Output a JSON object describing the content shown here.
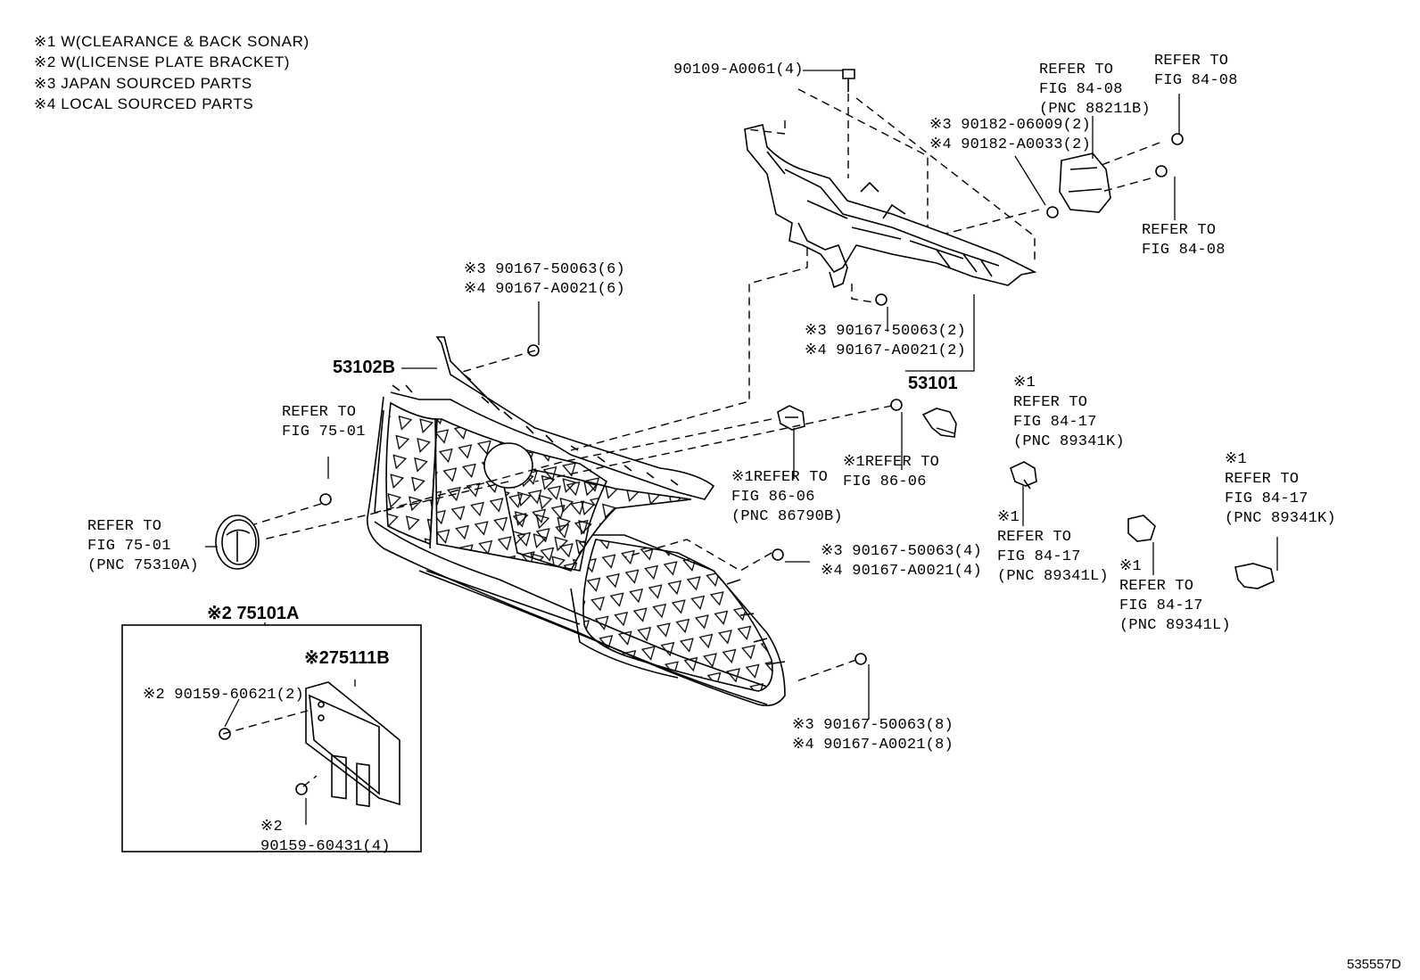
{
  "notes": [
    "※1 W(CLEARANCE & BACK SONAR)",
    "※2 W(LICENSE PLATE BRACKET)",
    "※3 JAPAN SOURCED PARTS",
    "※4 LOCAL SOURCED PARTS"
  ],
  "parts": {
    "p_90109": "90109-A0061(4)",
    "ref_8408a": "REFER TO\nFIG 84-08\n(PNC 88211B)",
    "ref_8408b": "REFER TO\nFIG 84-08",
    "ref_8408c": "REFER TO\nFIG 84-08",
    "p_90182": "※3 90182-06009(2)\n※4 90182-A0033(2)",
    "p_90167_6": "※3 90167-50063(6)\n※4 90167-A0021(6)",
    "p_53102B": "53102B",
    "p_90167_2": "※3 90167-50063(2)\n※4 90167-A0021(2)",
    "p_53101": "53101",
    "ref_8417a": "※1\nREFER TO\nFIG 84-17\n(PNC 89341K)",
    "ref_7501a": "REFER TO\nFIG 75-01",
    "ref_8606a": "※1REFER TO\nFIG 86-06\n(PNC 86790B)",
    "ref_8606b": "※1REFER TO\nFIG 86-06",
    "ref_8417b": "※1\nREFER TO\nFIG 84-17\n(PNC 89341K)",
    "ref_7501b": "REFER TO\nFIG 75-01\n(PNC 75310A)",
    "p_90167_4": "※3 90167-50063(4)\n※4 90167-A0021(4)",
    "ref_8417c": "※1\nREFER TO\nFIG 84-17\n(PNC 89341L)",
    "ref_8417d": "※1\nREFER TO\nFIG 84-17\n(PNC 89341L)",
    "p_75101A": "※2 75101A",
    "p_75111B": "※275111B",
    "p_90159_2": "※2 90159-60621(2)",
    "p_90167_8": "※3 90167-50063(8)\n※4 90167-A0021(8)",
    "p_90159_4": "※2\n90159-60431(4)"
  },
  "figure_id": "535557D"
}
